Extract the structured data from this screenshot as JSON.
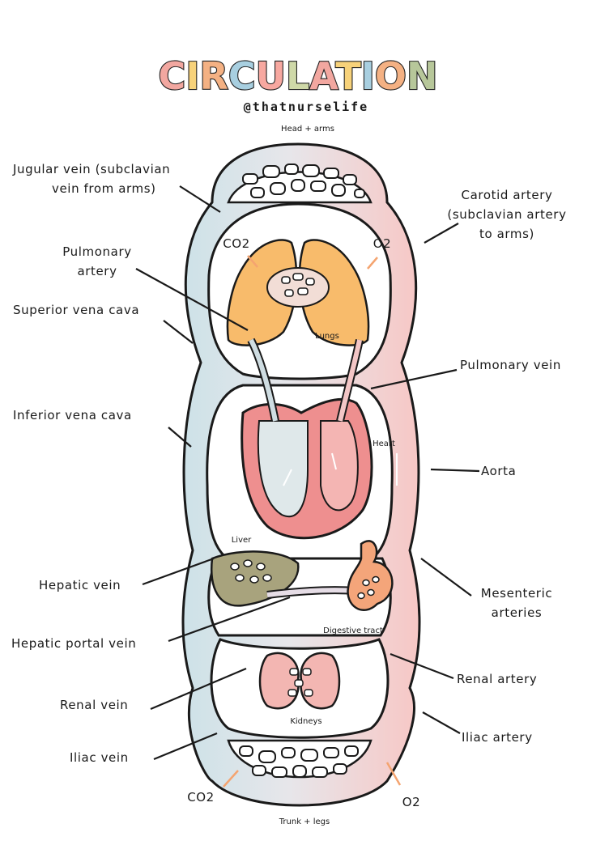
{
  "title": "CIRCULATION",
  "title_letter_colors": [
    "#f2a7a0",
    "#f7d27a",
    "#f4b183",
    "#a8cfe0",
    "#f7a8a0",
    "#cfd9a8",
    "#f2a7a0",
    "#f7d27a",
    "#a8cfe0",
    "#f4b183",
    "#b7c79a"
  ],
  "handle": "@thatnurselife",
  "colors": {
    "vein": "#cfe3e8",
    "artery": "#f6c6c4",
    "heart": "#ee8f8f",
    "lungs": "#f8bb6b",
    "liver": "#a8a37d",
    "digestive": "#f4a57a",
    "kidneys": "#f3b6b2",
    "outline": "#1a1a1a"
  },
  "small_labels": {
    "head_arms": "Head + arms",
    "lungs": "Lungs",
    "heart": "Heart",
    "liver": "Liver",
    "digestive": "Digestive tract",
    "kidneys": "Kidneys",
    "trunk_legs": "Trunk + legs",
    "co2_top": "CO2",
    "o2_top": "O2",
    "co2_bottom": "CO2",
    "o2_bottom": "O2"
  },
  "labels": {
    "jugular_1": "Jugular vein (subclavian",
    "jugular_2": "vein from arms)",
    "carotid_1": "Carotid artery",
    "carotid_2": "(subclavian artery",
    "carotid_3": "to arms)",
    "pulm_artery_1": "Pulmonary",
    "pulm_artery_2": "artery",
    "svc": "Superior vena cava",
    "pulm_vein": "Pulmonary vein",
    "ivc": "Inferior vena cava",
    "aorta": "Aorta",
    "hepatic_vein": "Hepatic vein",
    "mesenteric_1": "Mesenteric",
    "mesenteric_2": "arteries",
    "hepatic_portal": "Hepatic portal vein",
    "renal_artery": "Renal artery",
    "renal_vein": "Renal vein",
    "iliac_artery": "Iliac artery",
    "iliac_vein": "Iliac vein"
  }
}
